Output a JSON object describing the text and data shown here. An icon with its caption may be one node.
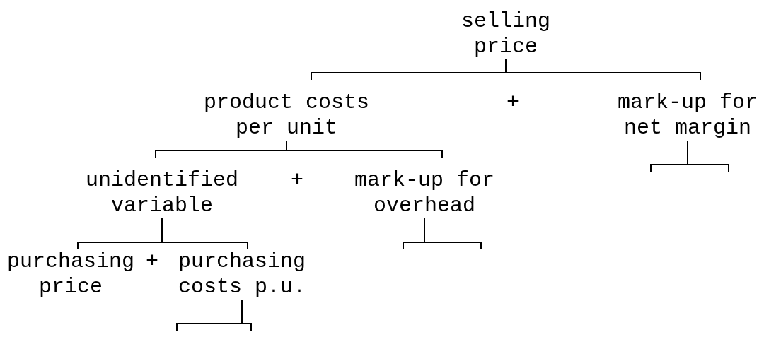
{
  "diagram": {
    "nodes": [
      {
        "text": [
          "selling price"
        ]
      },
      {
        "text": [
          "product costs per unit"
        ]
      },
      {
        "text": [
          "mark-up for net margin"
        ]
      },
      {
        "text": [
          "unidentified variable"
        ]
      },
      {
        "text": [
          "mark-up for overhead"
        ]
      },
      {
        "text": [
          "purchasing price"
        ]
      },
      {
        "text": [
          "purchasing costs p.u."
        ]
      }
    ],
    "edges": [
      {
        "from": 0,
        "to": 1,
        "arrow": "none"
      },
      {
        "from": 0,
        "to": 2,
        "arrow": "none"
      },
      {
        "from": 1,
        "to": 3,
        "arrow": "none"
      },
      {
        "from": 1,
        "to": 4,
        "arrow": "none"
      },
      {
        "from": 3,
        "to": 5,
        "arrow": "none"
      },
      {
        "from": 3,
        "to": 6,
        "arrow": "none"
      },
      {
        "from": 2,
        "to": null,
        "arrow": "none"
      },
      {
        "from": 4,
        "to": null,
        "arrow": "none"
      },
      {
        "from": 6,
        "to": null,
        "arrow": "none"
      }
    ],
    "labels": [
      "+",
      "+",
      "+"
    ]
  }
}
